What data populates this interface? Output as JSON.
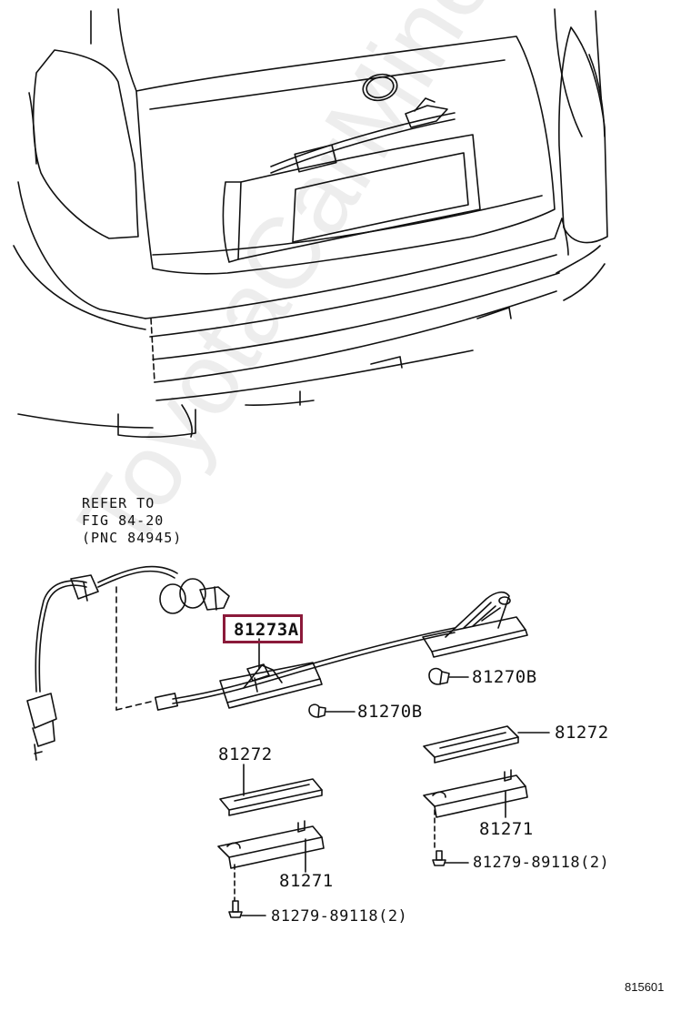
{
  "note": {
    "line1": "REFER TO",
    "line2": "FIG 84-20",
    "line3": "(PNC 84945)"
  },
  "parts": {
    "highlighted": "81273A",
    "bulb_upper": "81270B",
    "bulb_lower": "81270B",
    "lens_right": "81272",
    "lens_left": "81272",
    "housing_right": "81271",
    "housing_left": "81271",
    "screw_right": "81279-89118(2)",
    "screw_left": "81279-89118(2)"
  },
  "figure_id": "815601",
  "watermark": "ToyotaCarMine.ru",
  "colors": {
    "line": "#111111",
    "highlight": "#8b1a3a",
    "background": "#ffffff"
  }
}
